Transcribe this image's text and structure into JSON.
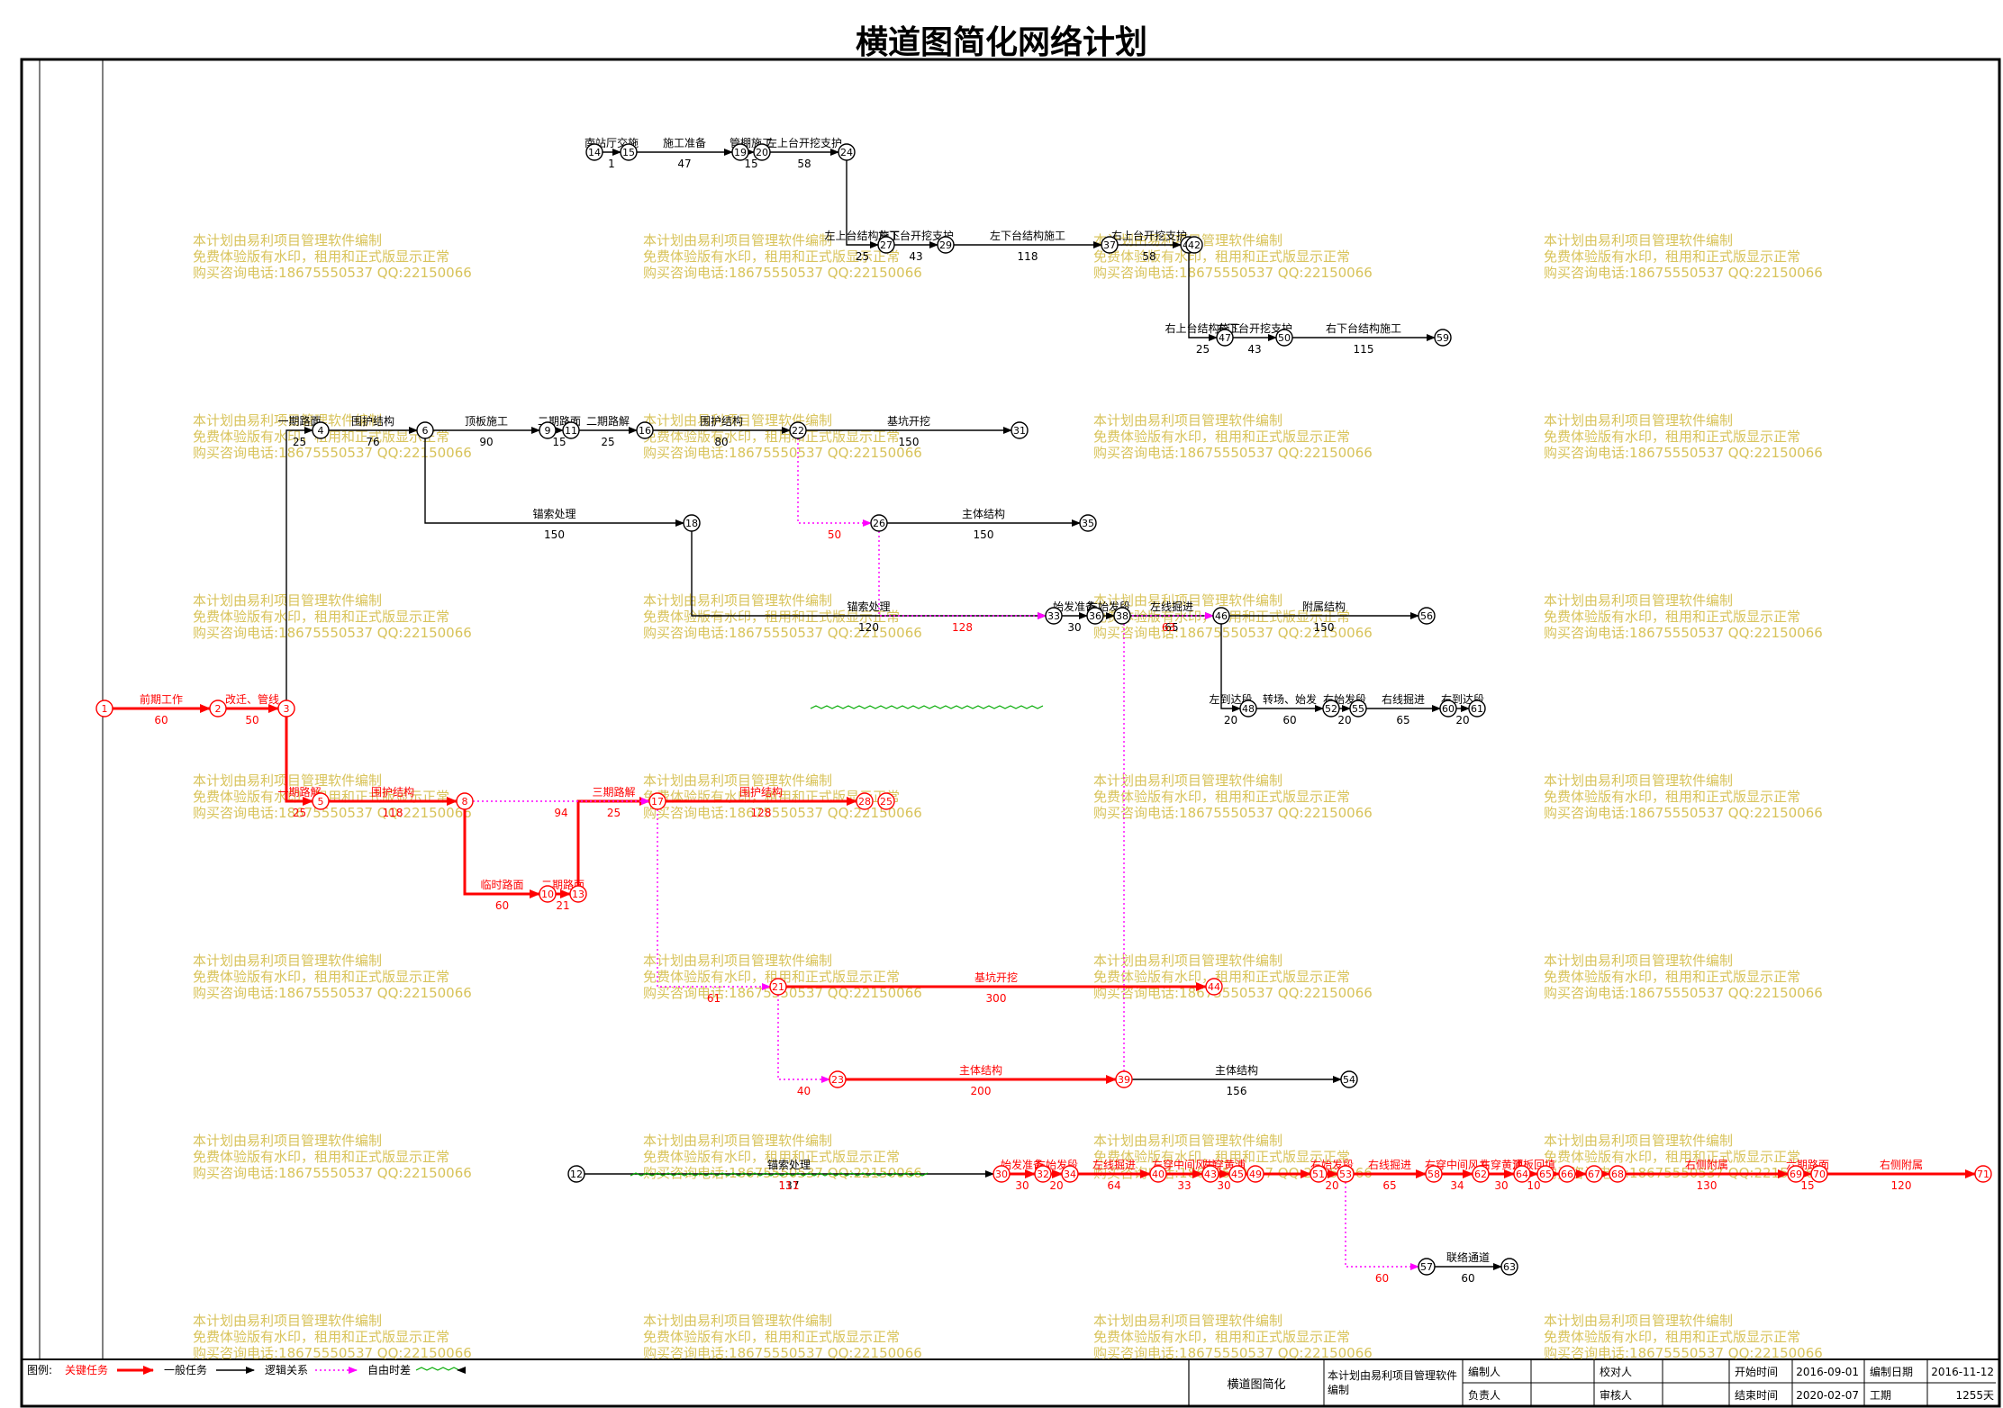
{
  "title": "横道图简化网络计划",
  "colors": {
    "critical": "#ff0000",
    "normal": "#000000",
    "logic": "#ff00ff",
    "free_float": "#00aa00",
    "watermark": "#d8c35a"
  },
  "watermark_lines": [
    "本计划由易利项目管理软件编制",
    "免费体验版有水印，租用和正式版显示正常",
    "购买咨询电话:18675550537 QQ:22150066"
  ],
  "nodes": [
    "1",
    "2",
    "3",
    "4",
    "5",
    "6",
    "8",
    "9",
    "10",
    "11",
    "12",
    "13",
    "14",
    "15",
    "16",
    "17",
    "18",
    "19",
    "20",
    "21",
    "22",
    "23",
    "24",
    "25",
    "26",
    "27",
    "28",
    "29",
    "30",
    "31",
    "32",
    "33",
    "34",
    "35",
    "36",
    "37",
    "38",
    "39",
    "40",
    "41",
    "42",
    "43",
    "44",
    "45",
    "46",
    "47",
    "48",
    "49",
    "50",
    "51",
    "52",
    "53",
    "54",
    "55",
    "56",
    "57",
    "58",
    "59",
    "60",
    "61",
    "62",
    "63",
    "64",
    "65",
    "66",
    "67",
    "68",
    "69",
    "70",
    "71"
  ],
  "activities": [
    {
      "label": "前期工作",
      "duration": "60",
      "critical": true
    },
    {
      "label": "改迁、管线",
      "duration": "50",
      "critical": true
    },
    {
      "label": "一期路面",
      "duration": "25",
      "critical": false
    },
    {
      "label": "围护结构",
      "duration": "76",
      "critical": false
    },
    {
      "label": "顶板施工",
      "duration": "90",
      "critical": false
    },
    {
      "label": "二期路面",
      "duration": "15",
      "critical": false
    },
    {
      "label": "二期路解",
      "duration": "25",
      "critical": false
    },
    {
      "label": "围护结构",
      "duration": "80",
      "critical": false
    },
    {
      "label": "基坑开挖",
      "duration": "150",
      "critical": false
    },
    {
      "label": "锚索处理",
      "duration": "150",
      "critical": false
    },
    {
      "label": "主体结构",
      "duration": "150",
      "critical": false
    },
    {
      "label": "锚索处理",
      "duration": "120",
      "critical": false
    },
    {
      "label": "始发准备",
      "duration": "30",
      "critical": false
    },
    {
      "label": "左始发段",
      "duration": "",
      "critical": false
    },
    {
      "label": "左线掘进",
      "duration": "65",
      "critical": false
    },
    {
      "label": "附属结构",
      "duration": "150",
      "critical": false
    },
    {
      "label": "左到达段",
      "duration": "20",
      "critical": false
    },
    {
      "label": "转场、始发",
      "duration": "60",
      "critical": false
    },
    {
      "label": "右始发段",
      "duration": "20",
      "critical": false
    },
    {
      "label": "右线掘进",
      "duration": "65",
      "critical": false
    },
    {
      "label": "右到达段",
      "duration": "20",
      "critical": false
    },
    {
      "label": "南站厅交施",
      "duration": "1",
      "critical": false
    },
    {
      "label": "施工准备",
      "duration": "47",
      "critical": false
    },
    {
      "label": "管棚施工",
      "duration": "15",
      "critical": false
    },
    {
      "label": "左上台开挖支护",
      "duration": "58",
      "critical": false
    },
    {
      "label": "左上台结构施工",
      "duration": "25",
      "critical": false
    },
    {
      "label": "左下台开挖支护",
      "duration": "43",
      "critical": false
    },
    {
      "label": "左下台结构施工",
      "duration": "118",
      "critical": false
    },
    {
      "label": "右上台开挖支护",
      "duration": "58",
      "critical": false
    },
    {
      "label": "右上台结构施工",
      "duration": "25",
      "critical": false
    },
    {
      "label": "右下台开挖支护",
      "duration": "43",
      "critical": false
    },
    {
      "label": "右下台结构施工",
      "duration": "115",
      "critical": false
    },
    {
      "label": "一期路解",
      "duration": "25",
      "critical": true
    },
    {
      "label": "围护结构",
      "duration": "118",
      "critical": true
    },
    {
      "label": "围护结构",
      "duration": "128",
      "critical": true
    },
    {
      "label": "临时路面",
      "duration": "60",
      "critical": true
    },
    {
      "label": "二期路面",
      "duration": "21",
      "critical": true
    },
    {
      "label": "三期路解",
      "duration": "25",
      "critical": true
    },
    {
      "label": "基坑开挖",
      "duration": "300",
      "critical": true
    },
    {
      "label": "主体结构",
      "duration": "200",
      "critical": true
    },
    {
      "label": "主体结构",
      "duration": "156",
      "critical": false
    },
    {
      "label": "锚索处理",
      "duration": "137",
      "critical": false
    },
    {
      "label": "始发准备",
      "duration": "30",
      "critical": true
    },
    {
      "label": "左始发段",
      "duration": "20",
      "critical": true
    },
    {
      "label": "左线掘进",
      "duration": "64",
      "critical": true
    },
    {
      "label": "左穿中间风井",
      "duration": "33",
      "critical": true
    },
    {
      "label": "左穿黄浦",
      "duration": "30",
      "critical": true
    },
    {
      "label": "右始发段",
      "duration": "20",
      "critical": true
    },
    {
      "label": "右线掘进",
      "duration": "65",
      "critical": true
    },
    {
      "label": "右穿中间风井",
      "duration": "34",
      "critical": true
    },
    {
      "label": "右穿黄浦",
      "duration": "30",
      "critical": true
    },
    {
      "label": "顶板回填",
      "duration": "10",
      "critical": true
    },
    {
      "label": "右侧附属",
      "duration": "130",
      "critical": true
    },
    {
      "label": "六期路面",
      "duration": "15",
      "critical": true
    },
    {
      "label": "右侧附属",
      "duration": "120",
      "critical": true
    },
    {
      "label": "联络通道",
      "duration": "60",
      "critical": false
    }
  ],
  "free_float_labels": [
    "94",
    "50",
    "128",
    "63",
    "61",
    "40",
    "111",
    "60"
  ],
  "footer": {
    "legend_title": "图例:",
    "legend_items": [
      "关键任务",
      "一般任务",
      "逻辑关系",
      "自由时差"
    ],
    "project_name": "横道图简化",
    "software_note": "本计划由易利项目管理软件编制",
    "fields": [
      {
        "label": "编制人",
        "value": ""
      },
      {
        "label": "校对人",
        "value": ""
      },
      {
        "label": "开始时间",
        "value": "2016-09-01"
      },
      {
        "label": "编制日期",
        "value": "2016-11-12"
      },
      {
        "label": "负责人",
        "value": ""
      },
      {
        "label": "审核人",
        "value": ""
      },
      {
        "label": "结束时间",
        "value": "2020-02-07"
      },
      {
        "label": "工期",
        "value": "1255天"
      }
    ]
  }
}
